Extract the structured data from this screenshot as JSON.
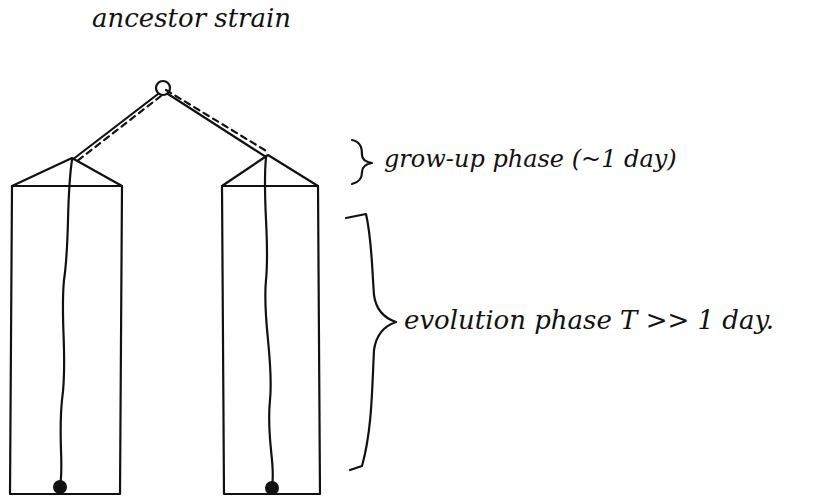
{
  "diagram": {
    "labels": [
      "ancestor strain",
      "grow-up phase (~1 day)",
      "evolution phase T >> 1 day."
    ]
  }
}
